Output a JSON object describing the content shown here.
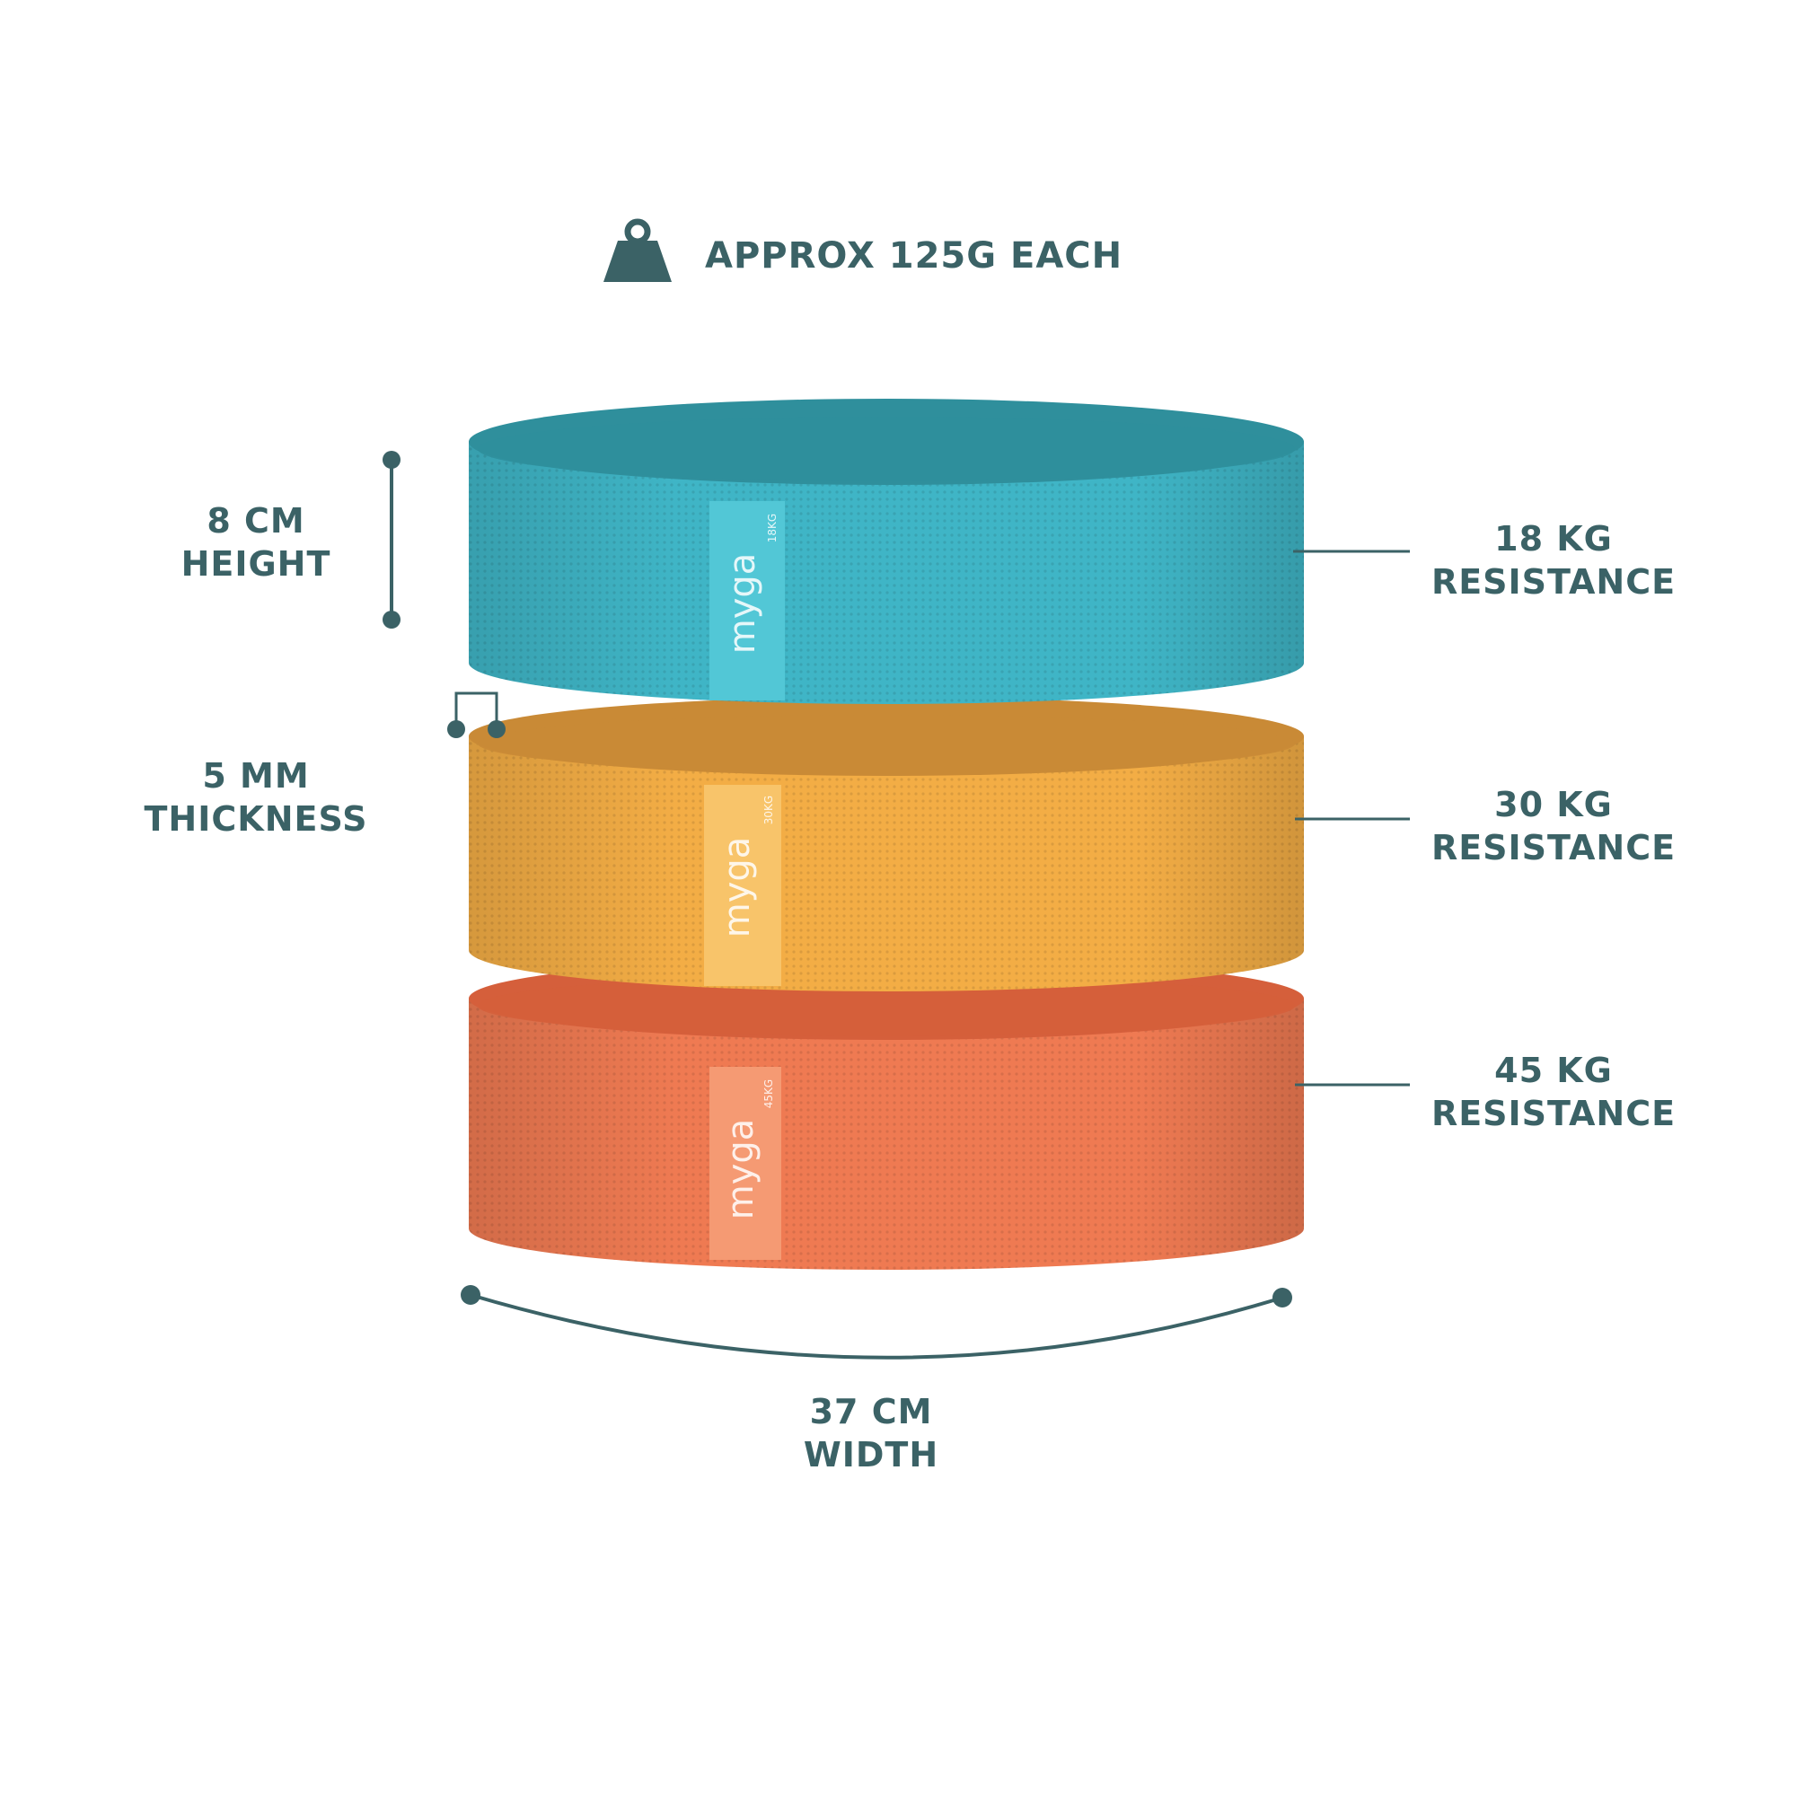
{
  "colors": {
    "text": "#3b6266",
    "teal_band": "#3fb5c6",
    "teal_band_dark": "#2f8f9c",
    "teal_tag": "#52c7d6",
    "yellow_band": "#f3ad45",
    "yellow_band_dark": "#c98a36",
    "yellow_tag": "#f8c46a",
    "orange_band": "#ef7a52",
    "orange_band_dark": "#d55f3b",
    "orange_tag": "#f59a73"
  },
  "weight": {
    "icon": "weight-icon",
    "text": "APPROX 125G EACH"
  },
  "height": {
    "line1": "8 CM",
    "line2": "HEIGHT"
  },
  "thickness": {
    "line1": "5 MM",
    "line2": "THICKNESS"
  },
  "width": {
    "line1": "37 CM",
    "line2": "WIDTH"
  },
  "bands": [
    {
      "line1": "18 KG",
      "line2": "RESISTANCE",
      "brand": "myga",
      "tag_value": "18KG"
    },
    {
      "line1": "30 KG",
      "line2": "RESISTANCE",
      "brand": "myga",
      "tag_value": "30KG"
    },
    {
      "line1": "45 KG",
      "line2": "RESISTANCE",
      "brand": "myga",
      "tag_value": "45KG"
    }
  ]
}
